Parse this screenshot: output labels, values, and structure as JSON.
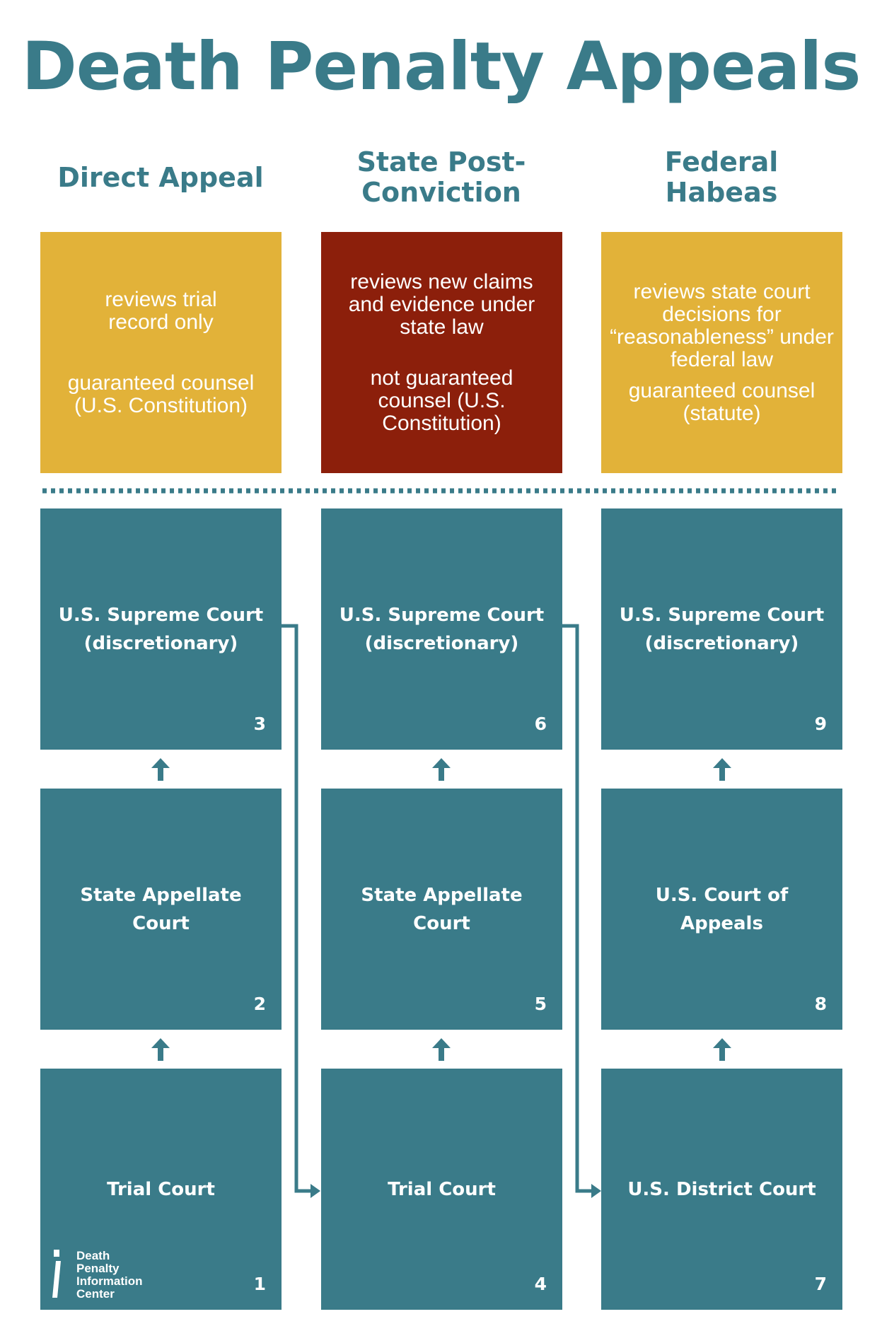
{
  "title": "Death Penalty Appeals",
  "columns": [
    {
      "heading": "Direct Appeal",
      "review": "reviews trial\nrecord only",
      "counsel": "guaranteed counsel\n(U.S. Constitution)",
      "color": "#e2b239",
      "courts": [
        {
          "name": "U.S. Supreme Court\n(discretionary)",
          "number": "3"
        },
        {
          "name": "State Appellate\nCourt",
          "number": "2"
        },
        {
          "name": "Trial Court",
          "number": "1"
        }
      ]
    },
    {
      "heading": "State Post-\nConviction",
      "review": "reviews new claims\nand evidence under\nstate law",
      "counsel": "not guaranteed\ncounsel (U.S.\nConstitution)",
      "color": "#8c1f0b",
      "courts": [
        {
          "name": "U.S. Supreme Court\n(discretionary)",
          "number": "6"
        },
        {
          "name": "State Appellate\nCourt",
          "number": "5"
        },
        {
          "name": "Trial Court",
          "number": "4"
        }
      ]
    },
    {
      "heading": "Federal\nHabeas",
      "review": "reviews state court\ndecisions for\n“reasonableness” under\nfederal law",
      "counsel": "guaranteed counsel\n(statute)",
      "color": "#e2b239",
      "courts": [
        {
          "name": "U.S. Supreme Court\n(discretionary)",
          "number": "9"
        },
        {
          "name": "U.S. Court of\nAppeals",
          "number": "8"
        },
        {
          "name": "U.S. District Court",
          "number": "7"
        }
      ]
    }
  ],
  "logo": {
    "text": "Death\nPenalty\nInformation\nCenter"
  },
  "colors": {
    "teal": "#3a7b89",
    "gold": "#e2b239",
    "red": "#8c1f0b"
  }
}
